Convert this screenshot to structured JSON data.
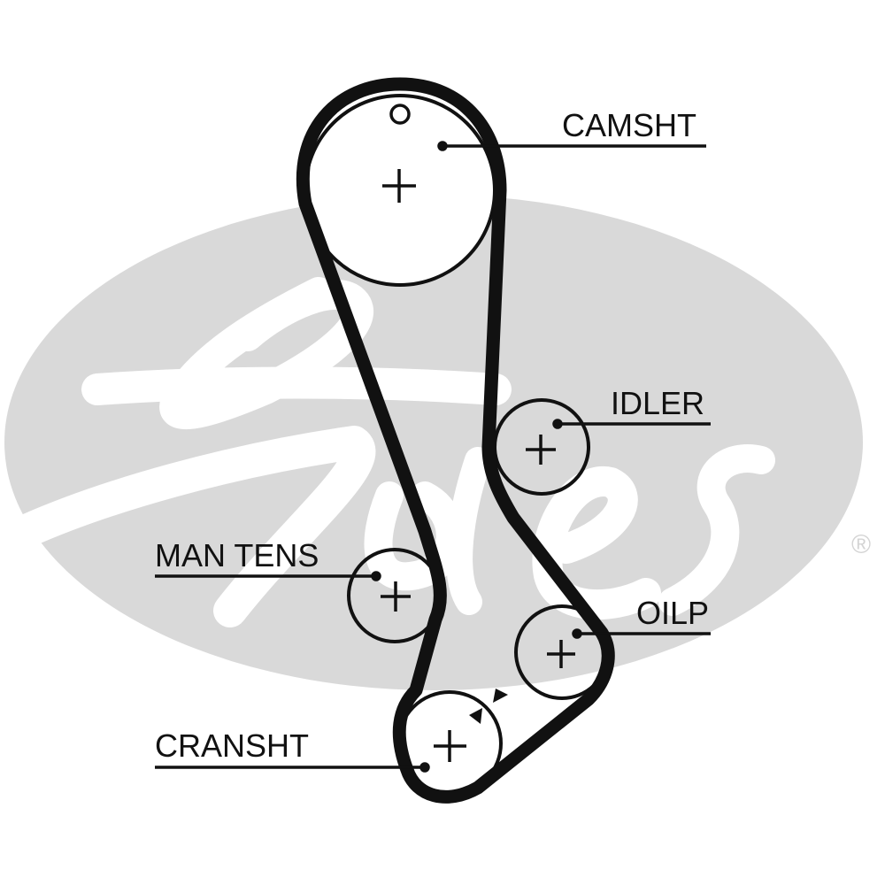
{
  "diagram": {
    "type": "timing-belt-routing",
    "brand_watermark": "Gates",
    "registered_mark": "®",
    "colors": {
      "background": "#ffffff",
      "watermark": "#d9d9d9",
      "line": "#111111"
    },
    "components": [
      {
        "id": "camshaft",
        "label": "CAMSHT",
        "has_timing_mark": true
      },
      {
        "id": "idler",
        "label": "IDLER"
      },
      {
        "id": "man-tens",
        "label": "MAN TENS"
      },
      {
        "id": "oil-pump",
        "label": "OILP"
      },
      {
        "id": "crankshaft",
        "label": "CRANSHT",
        "has_timing_marks": true
      }
    ]
  }
}
